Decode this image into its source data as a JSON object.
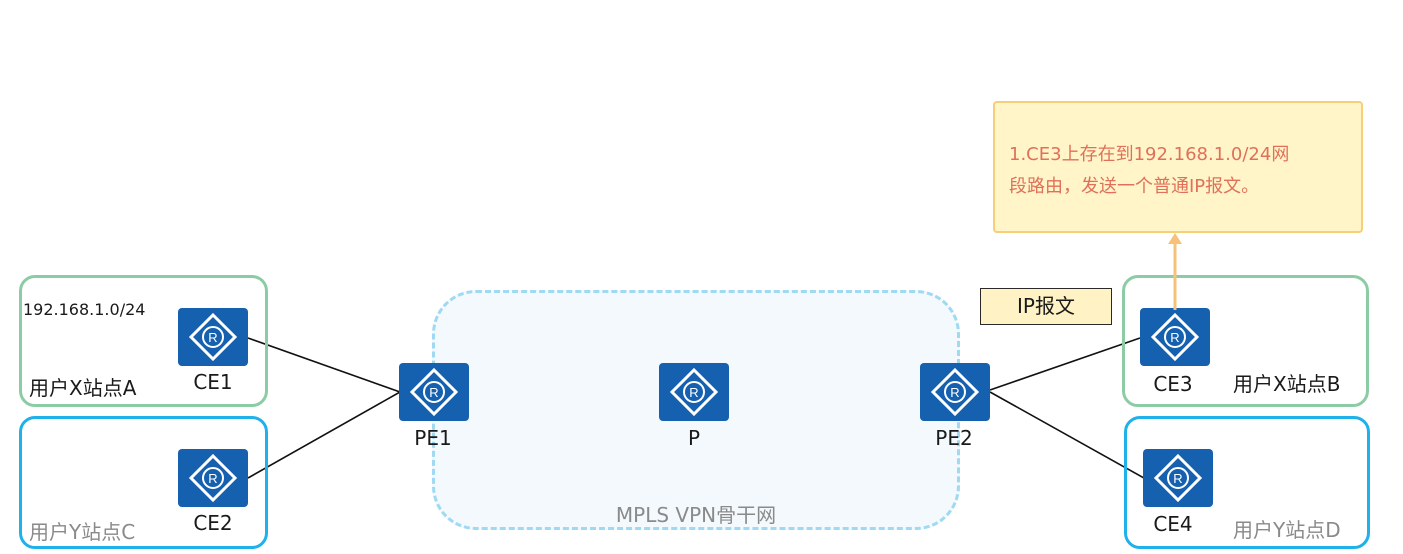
{
  "colors": {
    "router_fill": "#1561b0",
    "green_site_border": "#8ccca5",
    "blue_site_border": "#1fb1ea",
    "backbone_border": "#9fd9f2",
    "callout_text": "#e0705a",
    "callout_bg": "#fff5c8",
    "arrow": "#f6c27a"
  },
  "router_icon": "router-r-icon",
  "subnet": "192.168.1.0/24",
  "sites": {
    "a": "用户X站点A",
    "b": "用户X站点B",
    "c": "用户Y站点C",
    "d": "用户Y站点D"
  },
  "nodes": {
    "ce1": "CE1",
    "ce2": "CE2",
    "ce3": "CE3",
    "ce4": "CE4",
    "pe1": "PE1",
    "pe2": "PE2",
    "p": "P"
  },
  "backbone": "MPLS VPN骨干网",
  "callout": {
    "line1": "1.CE3上存在到192.168.1.0/24网",
    "line2": "段路由，发送一个普通IP报文。"
  },
  "packet": "IP报文"
}
